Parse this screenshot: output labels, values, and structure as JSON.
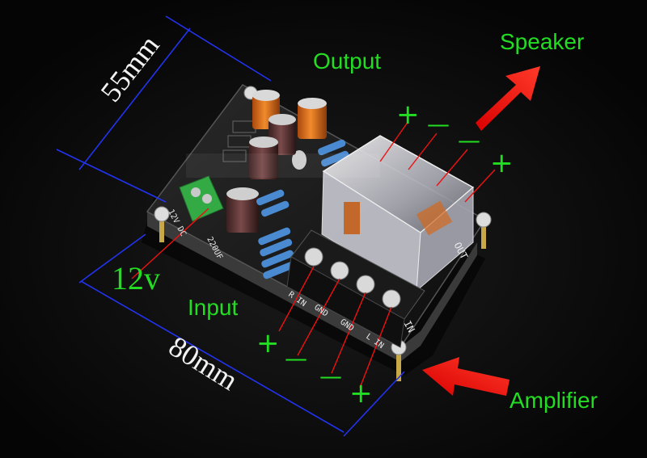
{
  "photo": {
    "labels": {
      "output": "Output",
      "speaker": "Speaker",
      "input": "Input",
      "amplifier": "Amplifier",
      "voltage": "12v",
      "width_dim": "55mm",
      "length_dim": "80mm"
    },
    "polarity_marks": {
      "out_plus_left": "+",
      "out_minus_left": "—",
      "out_minus_right": "—",
      "out_plus_right": "+",
      "in_plus_left": "+",
      "in_minus_left": "—",
      "in_minus_right": "—",
      "in_plus_right": "+"
    },
    "silkscreen": {
      "out": "OUT",
      "in": "IN",
      "terminal_1": "R IN",
      "terminal_2": "GND",
      "terminal_3": "GND",
      "terminal_4": "L IN",
      "cap": "220UF",
      "dc": "12V DC"
    },
    "colors": {
      "label_green": "#22dd22",
      "arrow_red": "#ee1111",
      "dimension_blue": "#2233ee",
      "pcb_black": "#111111",
      "terminal_green": "#33aa44",
      "cap_orange": "#e8741a"
    }
  }
}
